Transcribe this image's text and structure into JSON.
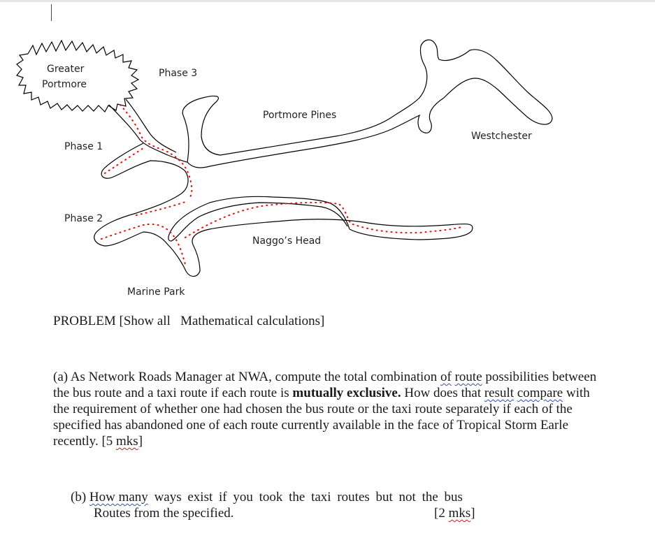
{
  "map": {
    "labels": {
      "greater_portmore_1": "Greater",
      "greater_portmore_2": "Portmore",
      "phase3": "Phase 3",
      "phase1": "Phase 1",
      "phase2": "Phase 2",
      "portmore_pines": "Portmore Pines",
      "westchester": "Westchester",
      "naggos_head": "Naggo’s Head",
      "marine_park": "Marine Park"
    },
    "colors": {
      "road_outline": "#000000",
      "route_dots": "#ff0000"
    }
  },
  "problem": {
    "title_a": "PROBLEM [Show all",
    "title_b": "Mathematical calculations]"
  },
  "question_a": {
    "p1": "(a) As Network Roads Manager at NWA, compute   the total combination ",
    "p2": "of",
    "p3": " ",
    "p4": "route",
    "p5": " possibilities between the bus route and a taxi route if each route is ",
    "bold": "mutually exclusive.",
    "p6": " How does that ",
    "p7": "result",
    "p8": " ",
    "p9": "compare",
    "p10": " with the requirement of whether one had chosen the bus route or  the taxi route separately if each of the specified has abandoned one of each route currently available in the face of Tropical Storm Earle recently. [5 ",
    "mks": "mks",
    "p11": "]"
  },
  "question_b": {
    "p1": "(b) ",
    "p2": "How many",
    "p3": " ways exist if you took the taxi routes but not the bus",
    "line2": "Routes from the specified.",
    "marks_a": "[2 ",
    "mks": "mks",
    "marks_b": "]"
  }
}
